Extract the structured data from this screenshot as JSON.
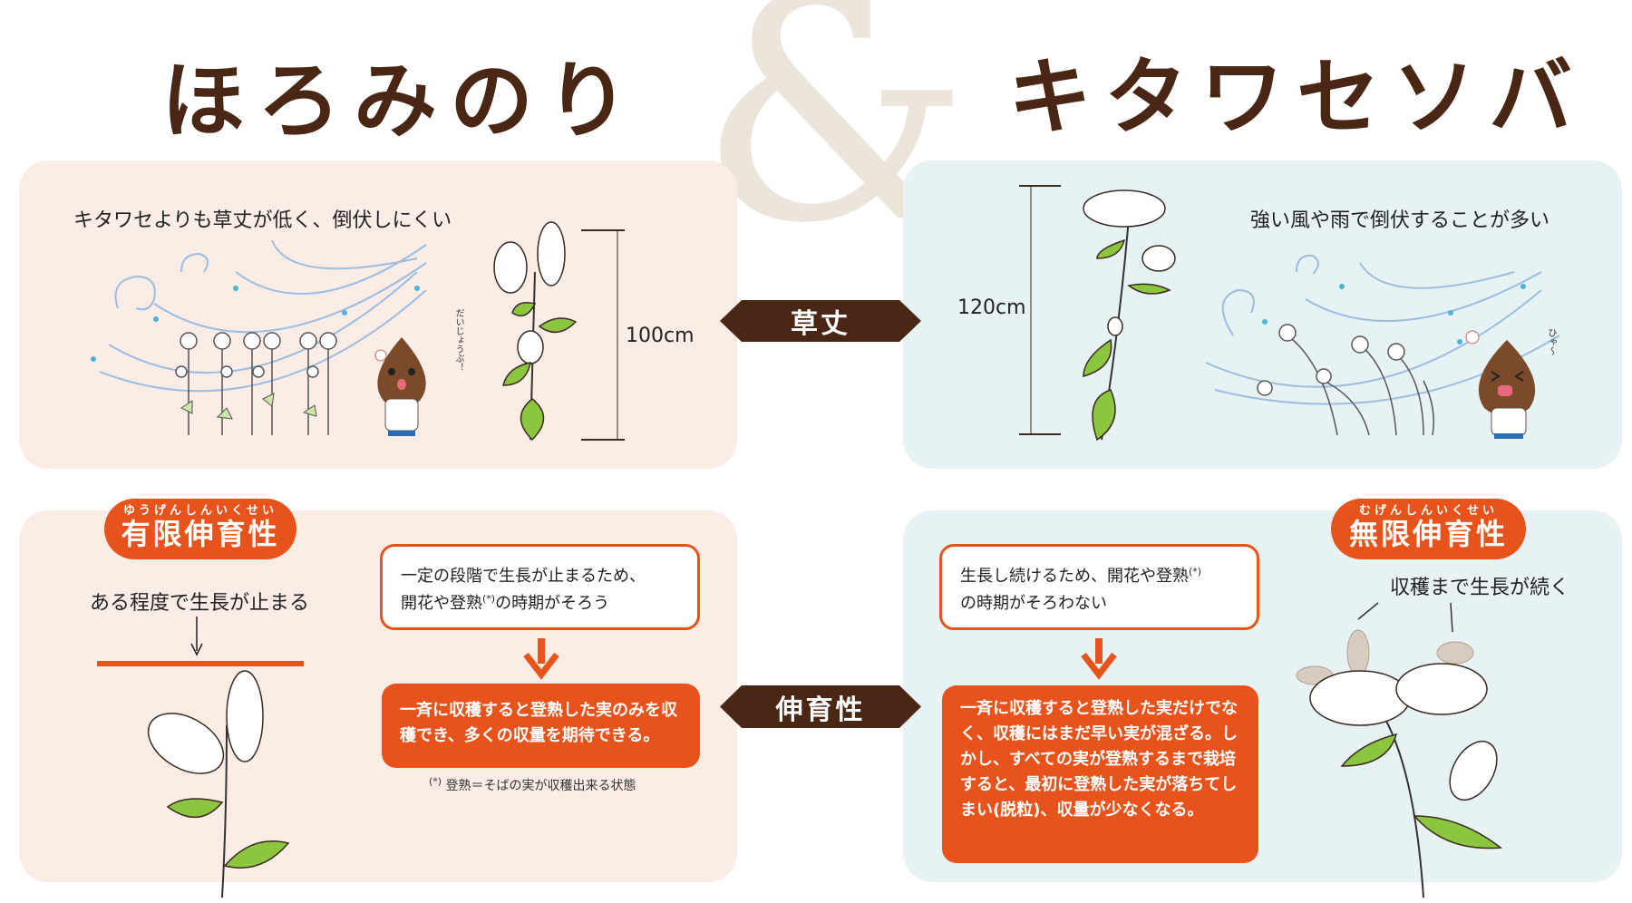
{
  "titles": {
    "left": "ほろみのり",
    "ampersand": "&",
    "right": "キタワセソバ"
  },
  "height_section": {
    "center_label": "草丈",
    "left_caption": "キタワセよりも草丈が低く、倒伏しにくい",
    "left_height": "100cm",
    "left_mascot_speech": "だいじょうぶ！",
    "right_caption": "強い風や雨で倒伏することが多い",
    "right_height": "120cm",
    "right_mascot_speech": "ひゃ〜"
  },
  "growth_section": {
    "center_label": "伸育性",
    "left": {
      "badge_ruby": "ゆうげんしんいくせい",
      "badge": "有限伸育性",
      "caption": "ある程度で生長が止まる",
      "box_line1": "一定の段階で生長が止まるため、",
      "box_line2a": "開花や登熟",
      "box_note_mark": "(*)",
      "box_line2b": "の時期がそろう",
      "result": "一斉に収穫すると登熟した実のみを収穫でき、多くの収量を期待できる。",
      "footnote_mark": "(*)",
      "footnote": "登熟＝そばの実が収穫出来る状態"
    },
    "right": {
      "badge_ruby": "むげんしんいくせい",
      "badge": "無限伸育性",
      "caption": "収穫まで生長が続く",
      "box_line1a": "生長し続けるため、開花や登熟",
      "box_note_mark": "(*)",
      "box_line2": "の時期がそろわない",
      "result": "一斉に収穫すると登熟した実だけでなく、収穫にはまだ早い実が混ざる。しかし、すべての実が登熟するまで栽培すると、最初に登熟した実が落ちてしまい(脱粒)、収量が少なくなる。"
    }
  },
  "colors": {
    "brown": "#4a2615",
    "orange": "#e8531c",
    "pink_panel": "#fbece6",
    "blue_panel": "#e7f2f4",
    "ampersand": "#ebe5dc",
    "leaf": "#8cc63f"
  }
}
